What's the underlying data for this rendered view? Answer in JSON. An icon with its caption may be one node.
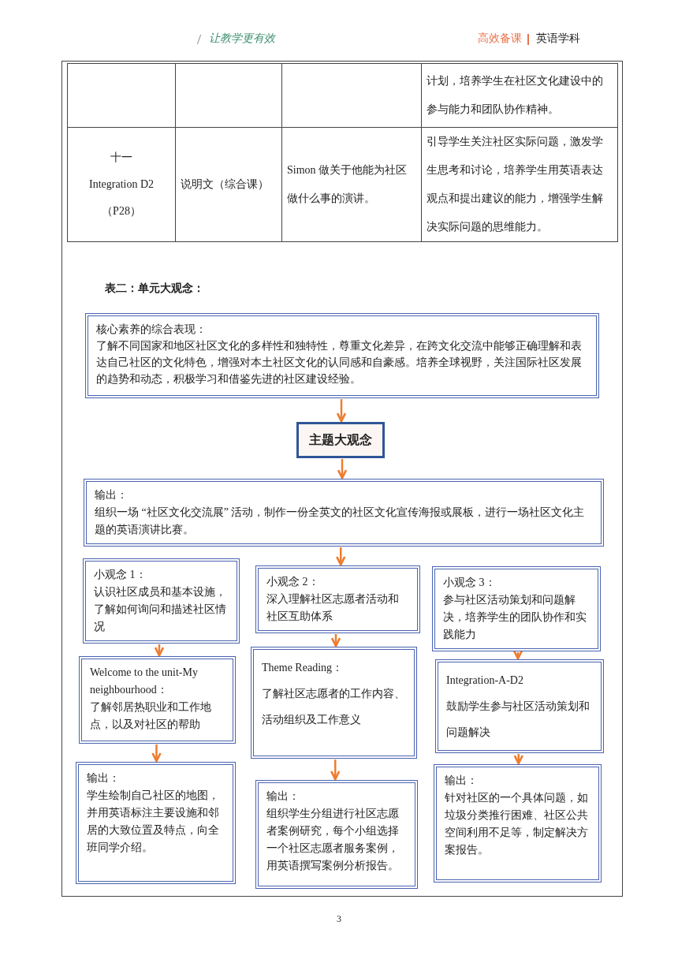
{
  "diagram": {
    "title": "表二：单元大观念：",
    "nodes": [
      {
        "text": [
          "核心素养的综合表现：",
          "了解不同国家和地区社区文化的多样性和独特性，尊重文化差异，在跨文化交流中能够正确理解和表达自己社区的文化特色，增强对本土社区文化的认同感和自豪感。培养全球视野，关注国际社区发展的趋势和动态，积极学习和借鉴先进的社区建设经验。"
        ]
      },
      {
        "text": [
          "主题大观念"
        ]
      },
      {
        "text": [
          "输出：",
          "组织一场 “社区文化交流展” 活动，制作一份全英文的社区文化宣传海报或展板，进行一场社区文化主题的英语演讲比赛。"
        ]
      },
      {
        "text": [
          "小观念 1：",
          "认识社区成员和基本设施，了解如何询问和描述社区情况"
        ]
      },
      {
        "text": [
          "小观念 2：",
          "深入理解社区志愿者活动和社区互助体系"
        ]
      },
      {
        "text": [
          "小观念 3：",
          "参与社区活动策划和问题解决，培养学生的团队协作和实践能力"
        ]
      },
      {
        "text": [
          "Welcome to the unit-My neighbourhood：",
          "了解邻居热职业和工作地点，以及对社区的帮助"
        ]
      },
      {
        "text": [
          "Theme Reading：",
          "了解社区志愿者的工作内容、活动组织及工作意义"
        ]
      },
      {
        "text": [
          "Integration-A-D2",
          "鼓励学生参与社区活动策划和问题解决"
        ]
      },
      {
        "text": [
          "输出：",
          "学生绘制自己社区的地图，并用英语标注主要设施和邻居的大致位置及特点，向全班同学介绍。"
        ]
      },
      {
        "text": [
          "输出：",
          "组织学生分组进行社区志愿者案例研究，每个小组选择一个社区志愿者服务案例，用英语撰写案例分析报告。"
        ]
      },
      {
        "text": [
          "输出：",
          "针对社区的一个具体问题，如垃圾分类推行困难、社区公共空间利用不足等，制定解决方案报告。"
        ]
      }
    ],
    "edges": [
      {
        "from": 0,
        "to": 1,
        "arrow": "to"
      },
      {
        "from": 1,
        "to": 2,
        "arrow": "to"
      },
      {
        "from": 2,
        "to": 4,
        "arrow": "to"
      },
      {
        "from": 3,
        "to": 6,
        "arrow": "to"
      },
      {
        "from": 4,
        "to": 7,
        "arrow": "to"
      },
      {
        "from": 5,
        "to": 8,
        "arrow": "to"
      },
      {
        "from": 6,
        "to": 9,
        "arrow": "to"
      },
      {
        "from": 7,
        "to": 10,
        "arrow": "to"
      },
      {
        "from": 8,
        "to": 11,
        "arrow": "to"
      }
    ],
    "labels": [
      "让教学更有效",
      "高效备课",
      "英语学科",
      "计划，培养学生在社区文化建设中的参与能力和团队协作精神。",
      "十一",
      "Integration D2",
      "（P28）",
      "说明文（综合课）",
      "Simon 做关于他能为社区做什么事的演讲。",
      "引导学生关注社区实际问题，激发学生思考和讨论，培养学生用英语表达观点和提出建议的能力，增强学生解决实际问题的思维能力。",
      "3"
    ]
  }
}
